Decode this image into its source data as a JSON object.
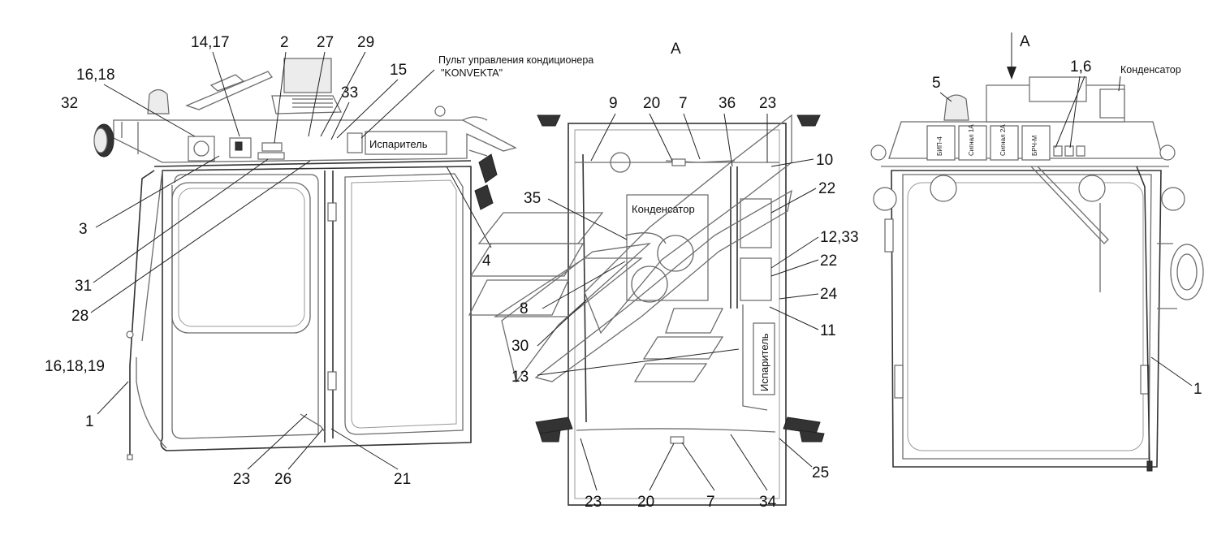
{
  "views": {
    "side": {
      "callouts": [
        "14,17",
        "2",
        "27",
        "29",
        "15",
        "16,18",
        "33",
        "32",
        "3",
        "31",
        "28",
        "16,18,19",
        "1",
        "23",
        "26",
        "21",
        "4"
      ],
      "note_line1": "Пульт управления кондиционера",
      "note_line2": "\"KONVEKTA\"",
      "evaporator": "Испаритель"
    },
    "top": {
      "title": "А",
      "callouts": [
        "9",
        "20",
        "7",
        "36",
        "23",
        "10",
        "22",
        "12,33",
        "35",
        "22",
        "24",
        "11",
        "8",
        "30",
        "13",
        "23",
        "20",
        "7",
        "34",
        "25"
      ],
      "condenser": "Конденсатор",
      "evaporator": "Испаритель"
    },
    "front": {
      "arrow": "А",
      "callouts": [
        "5",
        "1,6",
        "1"
      ],
      "condenser": "Конденсатор",
      "fuse_blocks": [
        "БИП-4",
        "Сигнал 1А",
        "Сигнал 2А",
        "БРЧ-М"
      ]
    }
  },
  "colors": {
    "ink": "#111111",
    "frame": "#6c6c6c",
    "background": "#ffffff"
  }
}
